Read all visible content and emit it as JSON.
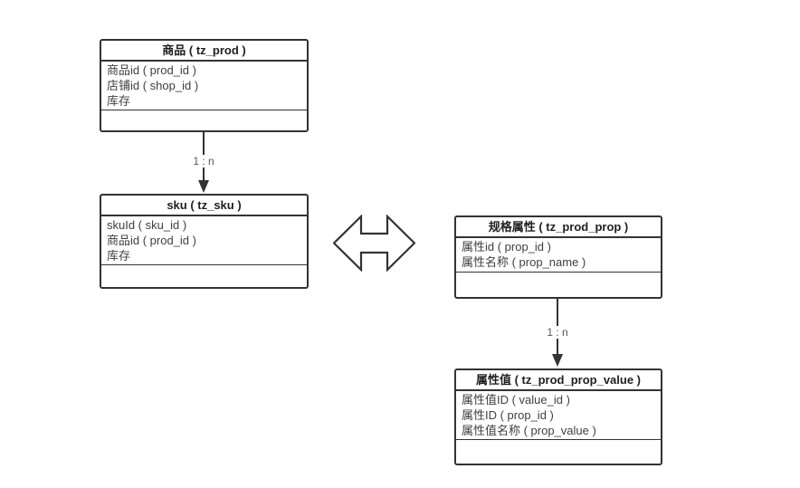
{
  "diagram": {
    "type": "er-diagram",
    "colors": {
      "border": "#333333",
      "title_text": "#1f1f1f",
      "field_text": "#3f3f3f",
      "relation_label_text": "#595959",
      "background": "#ffffff"
    },
    "tables": [
      {
        "title": "商品 ( tz_prod )",
        "fields": [
          "商品id ( prod_id )",
          "店铺id ( shop_id )",
          "库存"
        ]
      },
      {
        "title": "sku ( tz_sku )",
        "fields": [
          "skuId ( sku_id )",
          "商品id ( prod_id )",
          "库存"
        ]
      },
      {
        "title": "规格属性 ( tz_prod_prop )",
        "fields": [
          "属性id ( prop_id )",
          "属性名称 ( prop_name )"
        ]
      },
      {
        "title": "属性值 ( tz_prod_prop_value )",
        "fields": [
          "属性值ID ( value_id )",
          "属性ID ( prop_id )",
          "属性值名称 ( prop_value )"
        ]
      }
    ],
    "relations": [
      {
        "from": "商品 ( tz_prod )",
        "to": "sku ( tz_sku )",
        "label": "1 : n"
      },
      {
        "from": "规格属性 ( tz_prod_prop )",
        "to": "属性值 ( tz_prod_prop_value )",
        "label": "1 : n"
      }
    ],
    "bidirectional_link": {
      "between": [
        "sku ( tz_sku )",
        "规格属性 ( tz_prod_prop )"
      ]
    }
  }
}
